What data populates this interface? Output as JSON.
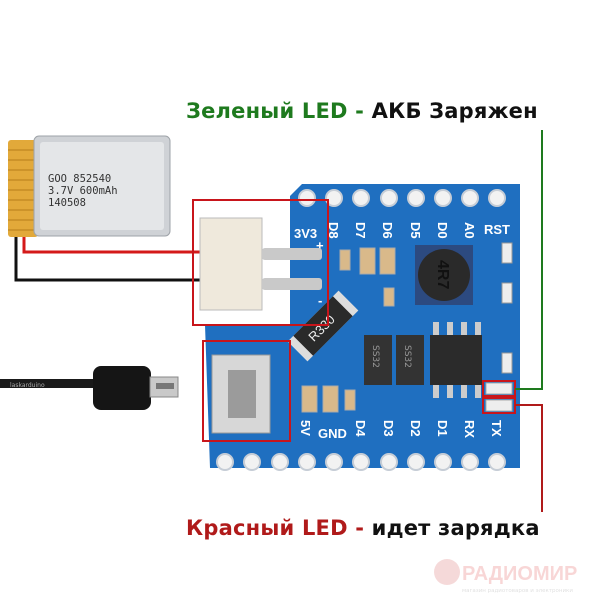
{
  "captions": {
    "green_led": {
      "prefix": "Зеленый LED",
      "dash": " - ",
      "text": "АКБ Заряжен"
    },
    "red_led": {
      "prefix": "Красный LED",
      "dash": " - ",
      "text": "идет зарядка"
    }
  },
  "battery": {
    "line1": "GOO 852540",
    "line2": "3.7V 600mAh",
    "line3": "140508"
  },
  "cable_label": "laskarduino",
  "board": {
    "top_pins": [
      "D8",
      "D7",
      "D6",
      "D5",
      "D0",
      "A0",
      "RST"
    ],
    "power_pin": "3V3",
    "plus": "+",
    "minus": "-",
    "bottom_pins": [
      "5V",
      "GND",
      "D4",
      "D3",
      "D2",
      "D1",
      "RX",
      "TX"
    ],
    "inductor": "4R7",
    "resistor": "R330",
    "diode": "SS32"
  },
  "watermark": {
    "name": "РАДИОМИР",
    "tagline": "магазин радиотоваров и электроники"
  },
  "colors": {
    "green": "#1e7a1e",
    "red": "#b01a1a",
    "pcb": "#1f6fc0",
    "highlight": "#c8151b"
  }
}
